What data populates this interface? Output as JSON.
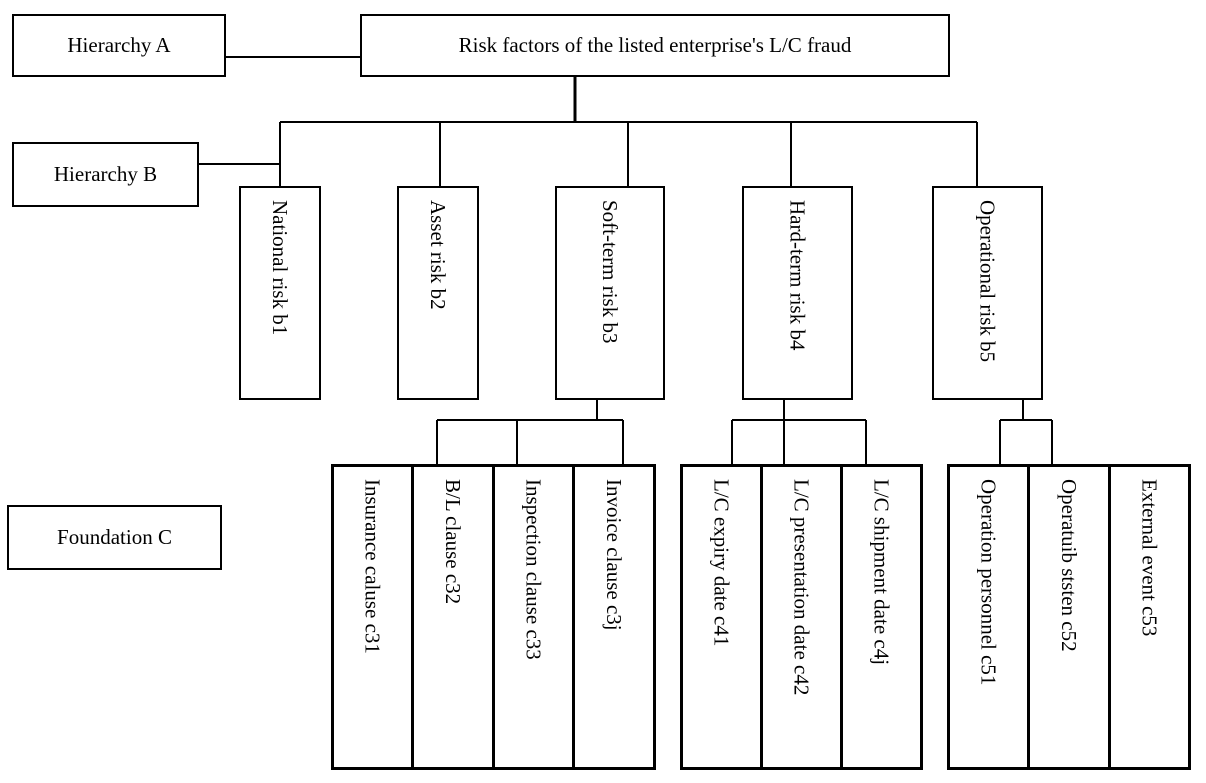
{
  "levels": {
    "a": "Hierarchy A",
    "b": "Hierarchy B",
    "c": "Foundation C"
  },
  "root": "Risk factors of the listed enterprise's L/C fraud",
  "criteria": [
    "National risk b1",
    "Asset risk b2",
    "Soft-term risk b3",
    "Hard-term risk b4",
    "Operational risk b5"
  ],
  "foundation": {
    "b3": [
      "Insurance caluse c31",
      "B/L clause c32",
      "Inspection clause c33",
      "Invoice clause c3j"
    ],
    "b4": [
      "L/C expiry date c41",
      "L/C presentation date c42",
      "L/C shipment date c4j"
    ],
    "b5": [
      "Operation personnel c51",
      "Operatuib ststen c52",
      "External event c53"
    ]
  }
}
